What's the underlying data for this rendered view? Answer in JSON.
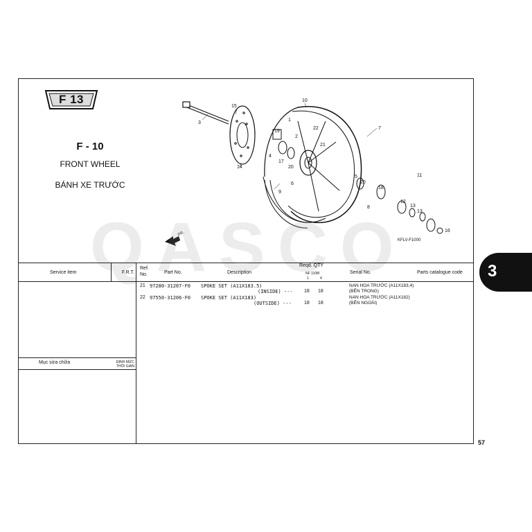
{
  "header": {
    "badge": "F 13",
    "section_code": "F - 10",
    "title_en": "FRONT WHEEL",
    "title_vi": "BÁNH XE TRƯỚC"
  },
  "diagram": {
    "callouts": [
      "1",
      "2",
      "3",
      "4",
      "5",
      "6",
      "7",
      "8",
      "9",
      "10",
      "11",
      "12",
      "13",
      "13",
      "14",
      "15",
      "16",
      "17",
      "18",
      "19",
      "20",
      "20",
      "21",
      "22"
    ],
    "code": "KFLV-F1000",
    "arrow_label": "FR."
  },
  "watermark": "QASCO",
  "table": {
    "headers": {
      "service_item": "Service item",
      "frt": "F.R.T.",
      "ref_no": "Ref.\nNo.",
      "part_no": "Part No.",
      "description": "Description",
      "reqd_qty": "Reqd. QTY",
      "model": "NF 110M",
      "col1": "1",
      "col4": "4",
      "serial_no": "Serial No.",
      "catalogue_code": "Parts catalogue code"
    },
    "rows": [
      {
        "ref": "21",
        "part_no": "97280-31207-F0",
        "desc1": "SPOKE SET (A11X183.5)",
        "desc2": "(INSIDE) ---",
        "qty1": "18",
        "qty2": "18",
        "serial1": "NAN HOA TRƯỚC (A11X183,4)",
        "serial2": "(BÊN TRONG)"
      },
      {
        "ref": "22",
        "part_no": "97550-31206-F0",
        "desc1": "SPOKE SET (A11X183)",
        "desc2": "(OUTSIDE) ---",
        "qty1": "18",
        "qty2": "18",
        "serial1": "NAN HOA TRƯỚC (A11X182)",
        "serial2": "(BÊN NGOÀI)"
      }
    ],
    "footer": {
      "muc_sua_chua": "Mục sửa chữa",
      "dinh_muc": "ĐỊNH MỨC",
      "thoi_gian": "THỜI GIAN"
    }
  },
  "side_tab": "3",
  "page_number": "57"
}
